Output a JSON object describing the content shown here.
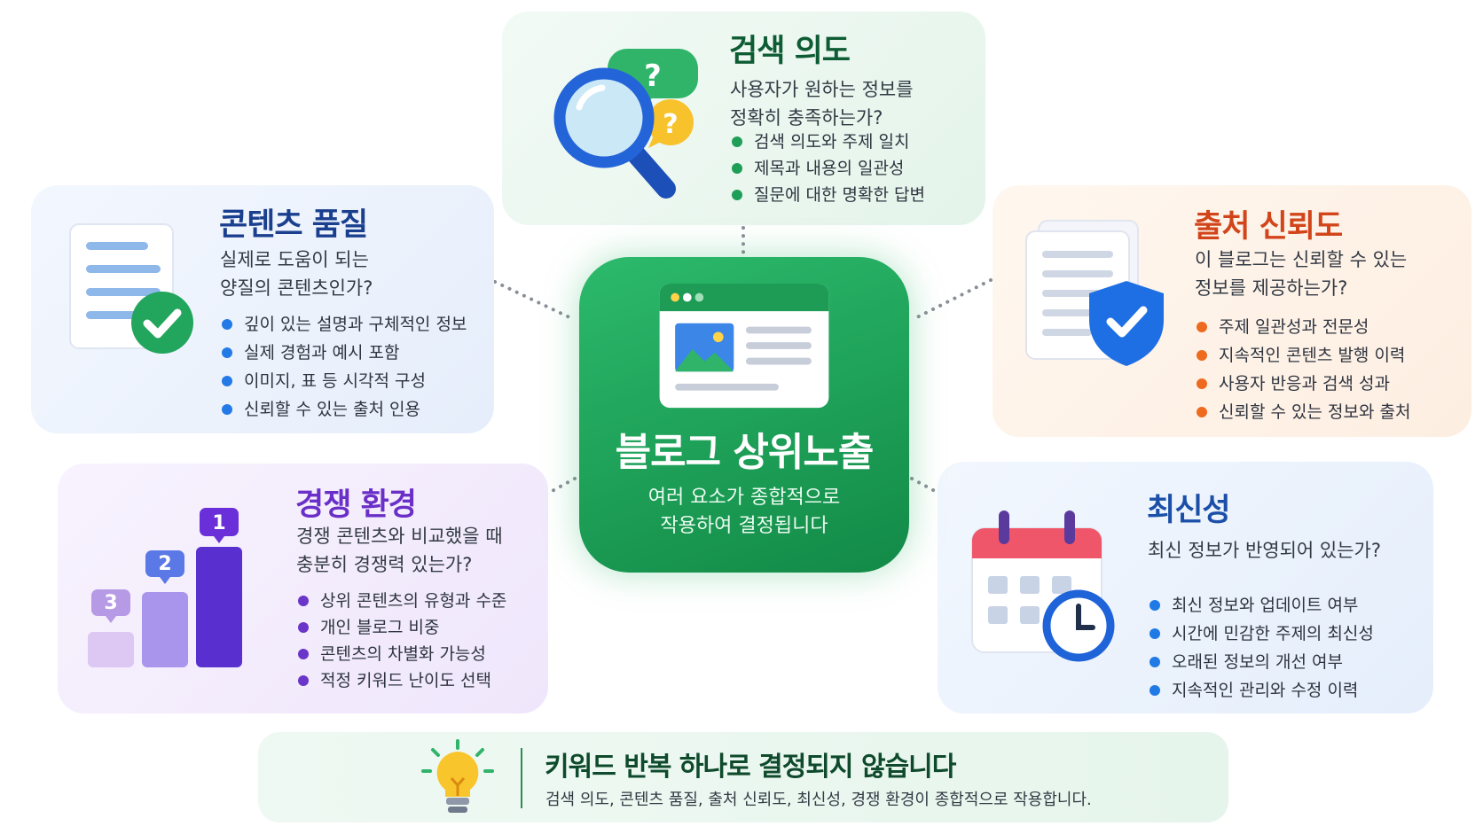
{
  "center": {
    "title": "블로그 상위노출",
    "subtitle_lines": [
      "여러 요소가 종합적으로",
      "작용하여 결정됩니다"
    ]
  },
  "cards": {
    "search_intent": {
      "title": "검색 의도",
      "desc": [
        "사용자가 원하는 정보를",
        "정확히 충족하는가?"
      ],
      "bullets": [
        "검색 의도와 주제 일치",
        "제목과 내용의 일관성",
        "질문에 대한 명확한 답변"
      ],
      "icon": "magnifier-question-icon"
    },
    "content_quality": {
      "title": "콘텐츠 품질",
      "desc": [
        "실제로 도움이 되는",
        "양질의 콘텐츠인가?"
      ],
      "bullets": [
        "깊이 있는 설명과 구체적인 정보",
        "실제 경험과 예시 포함",
        "이미지, 표 등 시각적 구성",
        "신뢰할 수 있는 출처 인용"
      ],
      "icon": "document-check-icon"
    },
    "source_trust": {
      "title": "출처 신뢰도",
      "desc": [
        "이 블로그는 신뢰할 수 있는",
        "정보를 제공하는가?"
      ],
      "bullets": [
        "주제 일관성과 전문성",
        "지속적인 콘텐츠 발행 이력",
        "사용자 반응과 검색 성과",
        "신뢰할 수 있는 정보와 출처"
      ],
      "icon": "document-shield-icon"
    },
    "competition": {
      "title": "경쟁 환경",
      "desc": [
        "경쟁 콘텐츠와 비교했을 때",
        "충분히 경쟁력 있는가?"
      ],
      "bullets": [
        "상위 콘텐츠의 유형과 수준",
        "개인 블로그 비중",
        "콘텐츠의 차별화 가능성",
        "적정 키워드 난이도 선택"
      ],
      "icon": "ranking-bars-icon",
      "ranks": [
        "1",
        "2",
        "3"
      ]
    },
    "freshness": {
      "title": "최신성",
      "desc": [
        "최신 정보가 반영되어 있는가?"
      ],
      "bullets": [
        "최신 정보와 업데이트 여부",
        "시간에 민감한 주제의 최신성",
        "오래된 정보의 개선 여부",
        "지속적인 관리와 수정 이력"
      ],
      "icon": "calendar-clock-icon"
    }
  },
  "footer": {
    "title": "키워드 반복 하나로 결정되지 않습니다",
    "subtitle": "검색 의도, 콘텐츠 품질, 출처 신뢰도, 최신성, 경쟁 환경이 종합적으로 작용합니다.",
    "icon": "lightbulb-icon"
  },
  "colors": {
    "search_intent": "#0e5c34",
    "content_quality": "#1a3f8f",
    "source_trust": "#d2451b",
    "competition": "#6a2fc8",
    "freshness": "#1c4fa8",
    "footer": "#0e5c34",
    "center": "#1b9a57"
  }
}
